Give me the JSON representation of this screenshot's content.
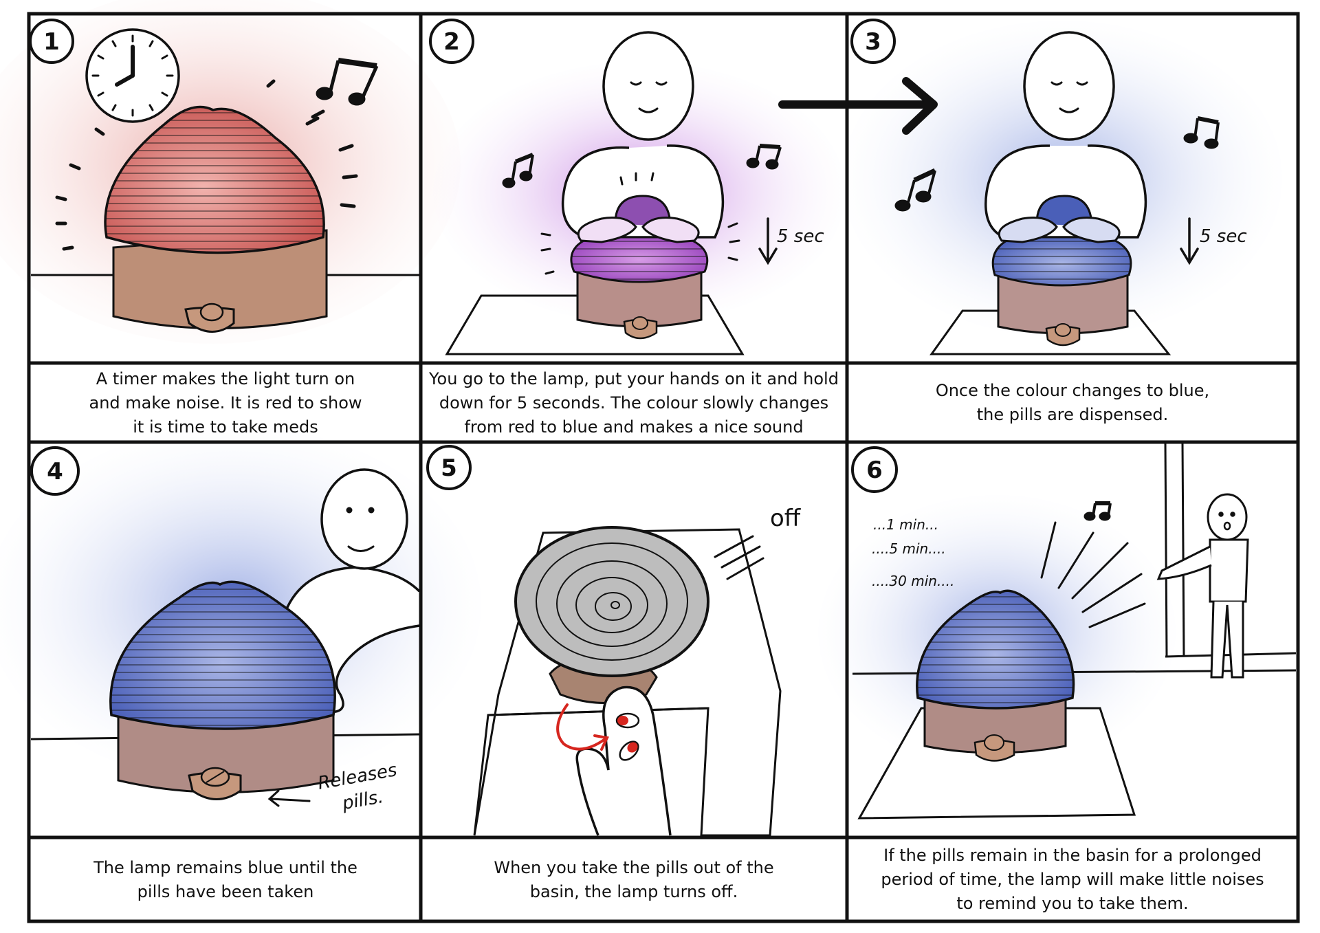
{
  "panels": [
    {
      "number": "1",
      "caption": "A timer makes the light turn on\nand make noise. It is red to show\nit is time to take meds"
    },
    {
      "number": "2",
      "caption": "You go to the lamp, put your hands on it and hold\ndown for 5 seconds. The colour slowly changes\nfrom red to blue and makes a nice sound",
      "duration_label": "5 sec"
    },
    {
      "number": "3",
      "caption": "Once the colour changes to blue,\nthe pills are dispensed.",
      "duration_label": "5 sec"
    },
    {
      "number": "4",
      "caption": "The lamp remains blue until the\npills have been taken",
      "annotation": "Releases\npills."
    },
    {
      "number": "5",
      "caption": "When you take the pills out of the\nbasin, the lamp turns off.",
      "annotation": "off"
    },
    {
      "number": "6",
      "caption": "If the pills remain in the basin for a prolonged\nperiod of time, the lamp will make little noises\nto remind you to take them.",
      "timer_labels": [
        "...1 min...",
        "....5 min....",
        "....30 min...."
      ]
    }
  ],
  "colors": {
    "lamp_red": "#d0605f",
    "lamp_purple": "#a24fc2",
    "lamp_blue": "#5b6fc0",
    "lamp_off": "#b9b9b9",
    "base_brown": "#bd8f77",
    "pill_red": "#d6261f",
    "outline": "#111111"
  },
  "icons": [
    "clock-icon",
    "music-note-icon",
    "arrow-right-icon",
    "arrow-down-icon",
    "pill-icon",
    "lamp-icon"
  ]
}
